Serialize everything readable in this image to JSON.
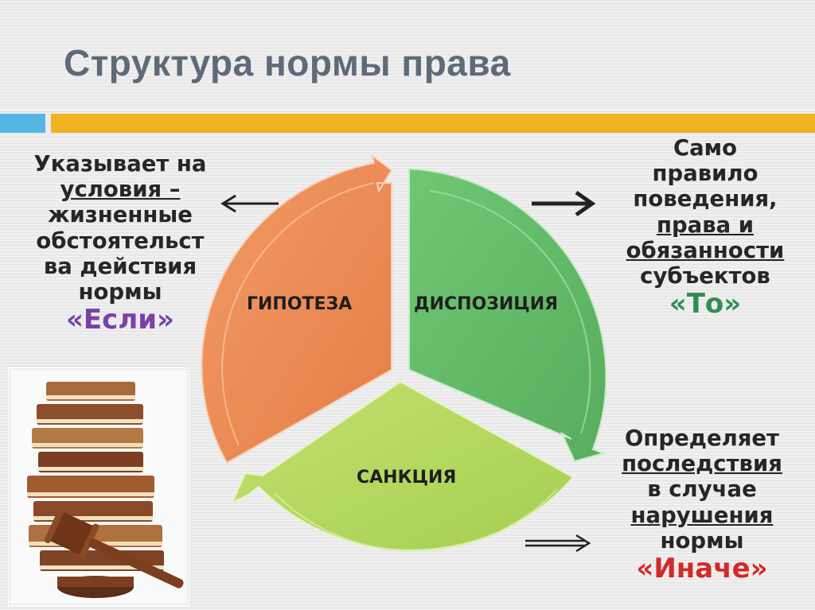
{
  "title": "Структура нормы права",
  "colors": {
    "hypothesis": "#e98a56",
    "disposition": "#67bd6b",
    "sanction": "#b3d85f",
    "accent_orange": "#efb41f",
    "accent_blue": "#55b6e3"
  },
  "segments": {
    "hypothesis": "ГИПОТЕЗА",
    "disposition": "ДИСПОЗИЦИЯ",
    "sanction": "САНКЦИЯ"
  },
  "left_text": {
    "line1": "Указывает на",
    "line2": "условия –",
    "line3": "жизненные",
    "line4": "обстоятельст",
    "line5": "ва действия",
    "line6": "нормы",
    "keyword": "«Если»"
  },
  "right_text": {
    "line1": "Само",
    "line2": "правило",
    "line3": "поведения,",
    "line4": "права и",
    "line5": "обязанности",
    "line6": "субъектов",
    "keyword": "«То»"
  },
  "bottom_text": {
    "line1": "Определяет",
    "line2": "последствия",
    "line3": "в случае",
    "line4": "нарушения",
    "line5": "нормы",
    "keyword": "«Иначе»"
  },
  "icons": {
    "picture": "books-and-gavel-icon"
  }
}
